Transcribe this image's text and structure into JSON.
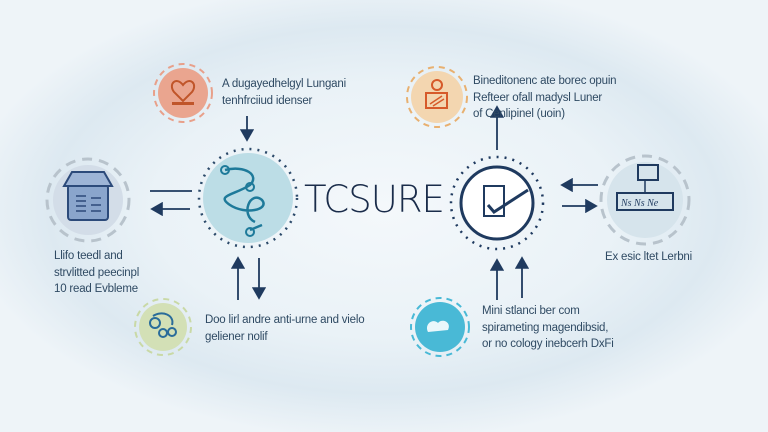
{
  "center_title": "TCSURE",
  "nodes": {
    "top_left": {
      "lines": [
        "A dugayedhelgyl Lungani",
        "tenhfrciiud idenser"
      ]
    },
    "top_right": {
      "lines": [
        "Bineditonenc ate borec opuin",
        "Refteer ofall madysl Luner",
        "of Cenlipinel (uoin)"
      ]
    },
    "left": {
      "lines": [
        "Llifo teedl and",
        "strvlitted peecinpl",
        "10 read Evbleme"
      ]
    },
    "bottom_left": {
      "lines": [
        "Doo lirl andre anti-urne and vielo",
        "geliener nolif"
      ]
    },
    "right": {
      "lines": [
        "Ex esic ltet Lerbni"
      ],
      "icon_label": "Ns Ns Ne"
    },
    "bottom_right": {
      "lines": [
        "Mini stlanci ber com",
        "spirameting magendibsid,",
        "or no cology inebcerh DxFi"
      ]
    }
  },
  "colors": {
    "navy": "#1f3a5f",
    "teal": "#bcdde6",
    "orange": "#e8a25a",
    "salmon": "#e89a82",
    "green": "#c9d9a6",
    "cyan": "#49b9d6"
  }
}
